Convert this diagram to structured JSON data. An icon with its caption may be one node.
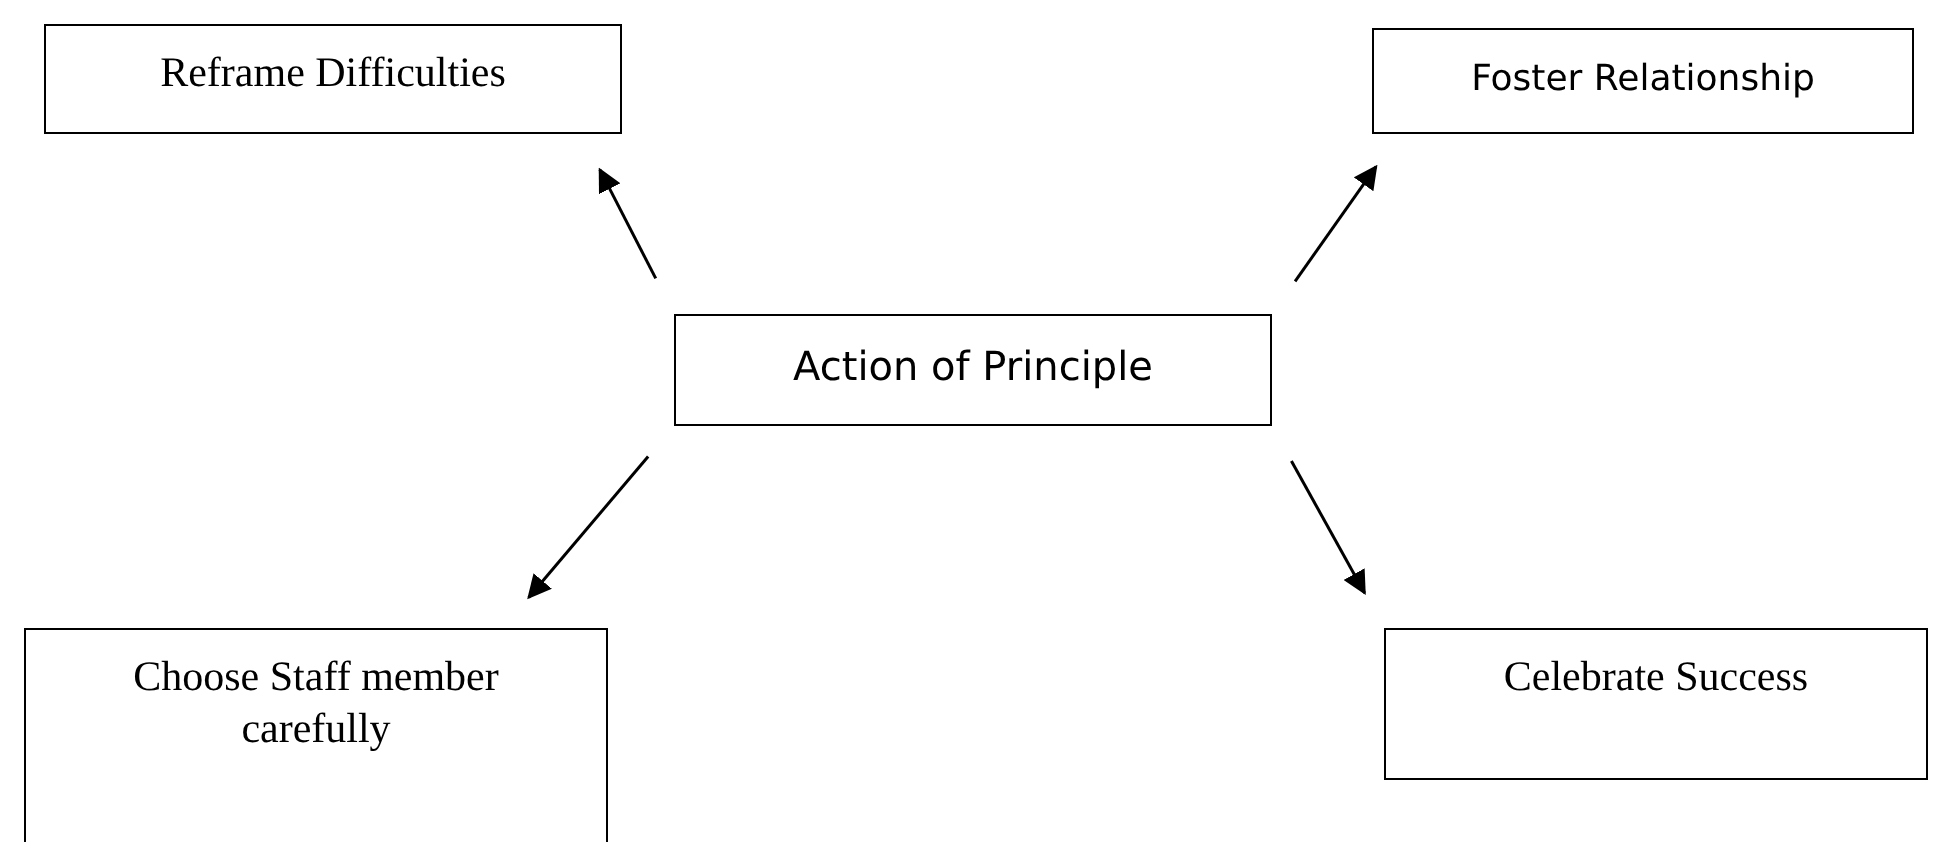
{
  "diagram": {
    "nodes": [
      {
        "text": [
          "Reframe Difficulties"
        ]
      },
      {
        "text": [
          "Foster Relationship"
        ]
      },
      {
        "text": [
          "Action of Principle"
        ]
      },
      {
        "text": [
          "Choose Staff member carefully"
        ]
      },
      {
        "text": [
          "Celebrate Success"
        ]
      }
    ],
    "edges": [
      {
        "from": 2,
        "to": 0,
        "arrow": "to"
      },
      {
        "from": 2,
        "to": 1,
        "arrow": "to"
      },
      {
        "from": 2,
        "to": 3,
        "arrow": "to"
      },
      {
        "from": 2,
        "to": 4,
        "arrow": "to"
      }
    ]
  }
}
